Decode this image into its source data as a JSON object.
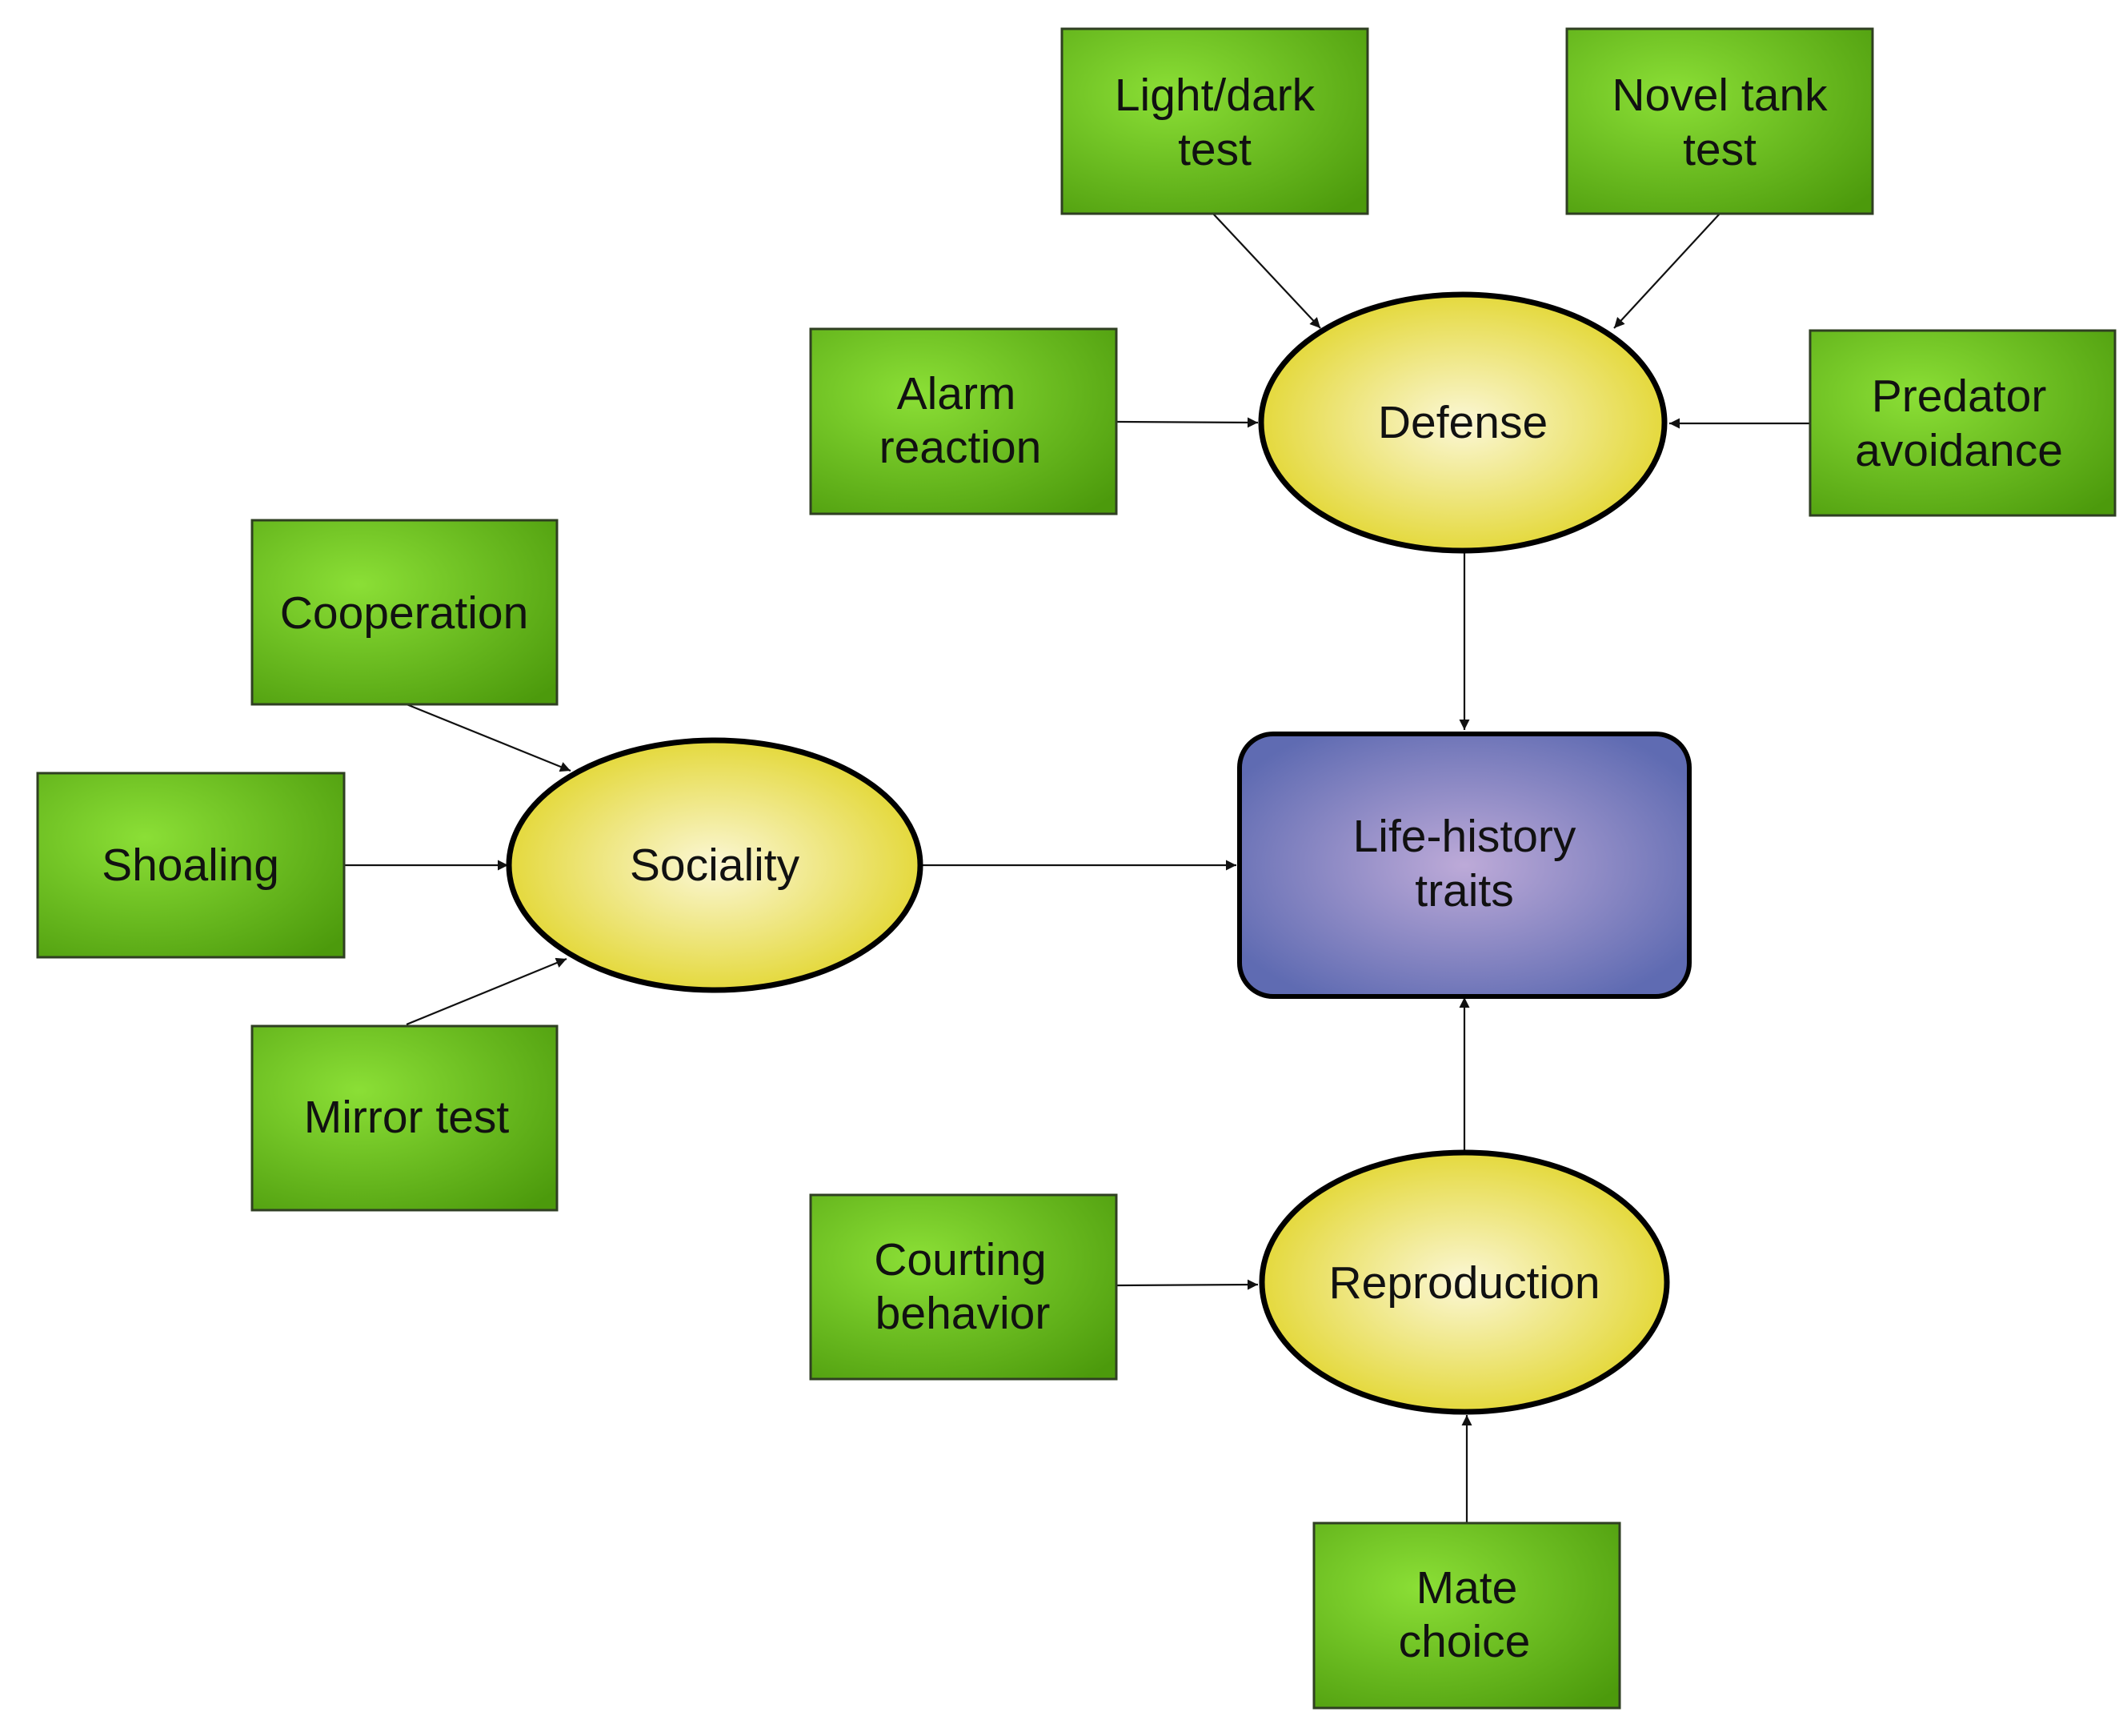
{
  "colors": {
    "box_light": "#8bdf36",
    "box_dark": "#4c9a0c",
    "ellipse_light": "#fbf7d6",
    "ellipse_dark": "#e2d62e",
    "hub_light": "#bdaad8",
    "hub_dark": "#5f6bb2",
    "edge": "#111111"
  },
  "measures": {
    "light_dark": {
      "line1": "Light/dark",
      "line2": "test"
    },
    "novel_tank": {
      "line1": "Novel tank",
      "line2": "test"
    },
    "alarm": {
      "line1": "Alarm",
      "line2": "reaction"
    },
    "predator": {
      "line1": "Predator",
      "line2": "avoidance"
    },
    "cooperation": {
      "line1": "Cooperation"
    },
    "shoaling": {
      "line1": "Shoaling"
    },
    "mirror": {
      "line1": "Mirror test"
    },
    "courting": {
      "line1": "Courting",
      "line2": "behavior"
    },
    "mate": {
      "line1": "Mate",
      "line2": "choice"
    }
  },
  "constructs": {
    "defense": "Defense",
    "sociality": "Sociality",
    "reproduction": "Reproduction"
  },
  "outcome": {
    "line1": "Life-history",
    "line2": "traits"
  }
}
